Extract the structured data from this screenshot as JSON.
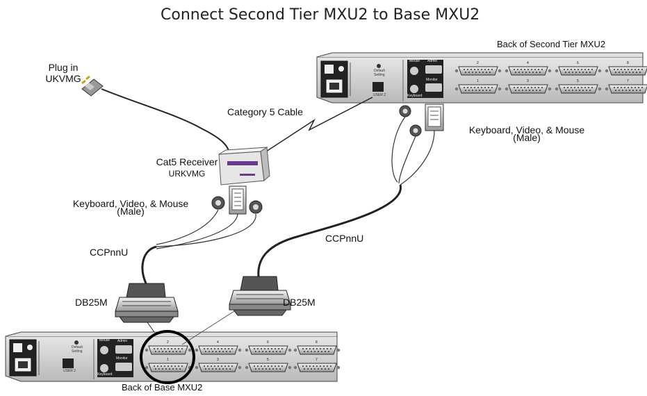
{
  "title": "Connect Second Tier MXU2 to Base MXU2",
  "labels": {
    "second_tier_back": "Back of Second Tier MXU2",
    "base_back": "Back of Base MXU2",
    "plug_in_1": "Plug in",
    "plug_in_2": "UKVMG",
    "cat5_cable": "Category 5 Cable",
    "receiver_1": "Cat5 Receiver",
    "receiver_2": "URKVMG",
    "kvm_upper_1": "Keyboard, Video, & Mouse",
    "kvm_upper_2": "(Male)",
    "kvm_lower_1": "Keyboard, Video, & Mouse",
    "kvm_lower_2": "(Male)",
    "ccp_left": "CCPnnU",
    "ccp_right": "CCPnnU",
    "db25_left": "DB25M",
    "db25_right": "DB25M"
  },
  "panel_labels": {
    "mouse": "Mouse",
    "keyboard": "Keyboard",
    "admin": "Admin",
    "monitor": "Monitor",
    "default_setting_1": "Default",
    "default_setting_2": "Setting",
    "power_label": "USER 2",
    "port_top": [
      "2",
      "4",
      "6",
      "8"
    ],
    "port_bottom": [
      "1",
      "3",
      "5",
      "7"
    ]
  },
  "colors": {
    "chassis": "#cfcfcf",
    "chassis_edge": "#555555",
    "receiver_accent": "#6a3a8c",
    "cable": "#222222",
    "highlight_circle": "#000000"
  }
}
